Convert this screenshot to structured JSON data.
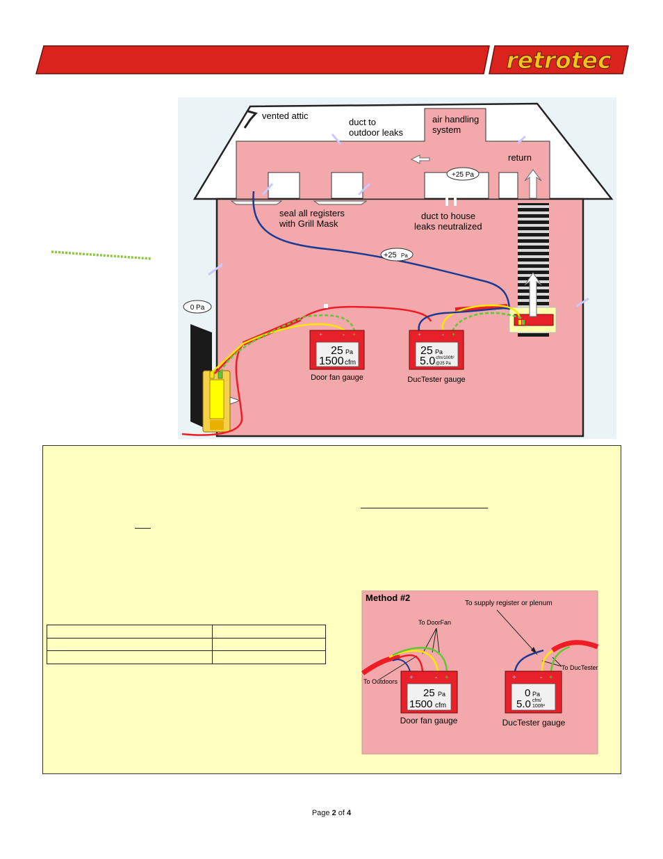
{
  "header": {
    "logo_text": "retrotec",
    "bar_color": "#d9231c",
    "logo_color": "#d9231c",
    "logo_text_color": "#f6c31a"
  },
  "diagram": {
    "attic_label": "vented attic",
    "duct_outdoor_label_1": "duct to",
    "duct_outdoor_label_2": "outdoor leaks",
    "air_handler_label_1": "air handling",
    "air_handler_label_2": "system",
    "return_label": "return",
    "pressure_duct": "+25 Pa",
    "pressure_house": "+25",
    "pressure_house_unit": "Pa",
    "pressure_outdoor": "0 Pa",
    "seal_label_1": "seal all registers",
    "seal_label_2": "with Grill Mask",
    "duct_house_label_1": "duct to house",
    "duct_house_label_2": "leaks neutralized",
    "door_gauge": {
      "caption": "Door fan gauge",
      "pressure": "25",
      "pressure_unit": "Pa",
      "flow": "1500",
      "flow_unit": "cfm"
    },
    "duct_gauge": {
      "caption": "DucTester gauge",
      "pressure": "25",
      "pressure_unit": "Pa",
      "flow": "5.0",
      "flow_unit": "cfm/100ft²",
      "flow_sub": "@25 Pa"
    }
  },
  "method2": {
    "title": "Method #2",
    "supply_label": "To supply register or plenum",
    "doorfan_label": "To DoorFan",
    "outdoors_label": "To Outdoors",
    "ductester_label": "To DucTester",
    "door_gauge": {
      "caption": "Door fan gauge",
      "pressure": "25",
      "pressure_unit": "Pa",
      "flow": "1500",
      "flow_unit": "cfm"
    },
    "duct_gauge": {
      "caption": "DucTester gauge",
      "pressure": "0",
      "pressure_unit": "Pa",
      "flow": "5.0",
      "flow_unit_1": "cfm/",
      "flow_unit_2": "100ft²"
    }
  },
  "colors": {
    "house_fill": "#f3a9ab",
    "note_background": "#ffffc2",
    "gauge_red": "#e8202a",
    "hose_red": "#ee1c25",
    "hose_blue": "#1b3a94",
    "hose_yellow": "#ffe800",
    "hose_green": "#5ec834"
  },
  "footer": {
    "prefix": "Page ",
    "page": "2",
    "middle": " of ",
    "total": "4"
  }
}
